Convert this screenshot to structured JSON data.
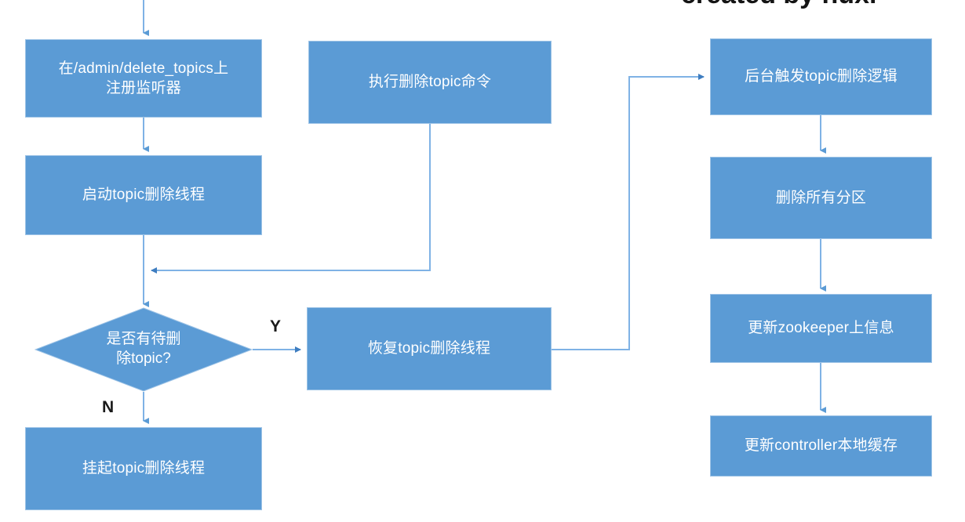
{
  "diagram": {
    "title_watermark": "created by huxi",
    "theme": {
      "node_fill": "#5B9BD5",
      "node_border": "#9DC3E6",
      "node_text": "#FFFFFF",
      "connector": "#7FB2E5",
      "label_text": "#1A1A1A",
      "background": "#FFFFFF"
    },
    "nodes": [
      {
        "id": "register-listener",
        "shape": "process",
        "text": "在/admin/delete_topics上\n注册监听器",
        "line1": "在/admin/delete_topics上",
        "line2": "注册监听器"
      },
      {
        "id": "start-delete-thread",
        "shape": "process",
        "text": "启动topic删除线程"
      },
      {
        "id": "execute-delete-command",
        "shape": "process",
        "text": "执行删除topic命令"
      },
      {
        "id": "has-pending-topic",
        "shape": "decision",
        "text": "是否有待删除topic?",
        "line1": "是否有待删",
        "line2": "除topic?"
      },
      {
        "id": "resume-delete-thread",
        "shape": "process",
        "text": "恢复topic删除线程"
      },
      {
        "id": "suspend-delete-thread",
        "shape": "process",
        "text": "挂起topic删除线程"
      },
      {
        "id": "background-trigger-delete",
        "shape": "process",
        "text": "后台触发topic删除逻辑"
      },
      {
        "id": "delete-all-partitions",
        "shape": "process",
        "text": "删除所有分区"
      },
      {
        "id": "update-zookeeper-info",
        "shape": "process",
        "text": "更新zookeeper上信息"
      },
      {
        "id": "update-controller-cache",
        "shape": "process",
        "text": "更新controller本地缓存"
      }
    ],
    "edge_labels": {
      "yes": "Y",
      "no": "N"
    },
    "edges": [
      {
        "from": "start",
        "to": "register-listener",
        "label": ""
      },
      {
        "from": "register-listener",
        "to": "start-delete-thread",
        "label": ""
      },
      {
        "from": "start-delete-thread",
        "to": "has-pending-topic",
        "label": ""
      },
      {
        "from": "execute-delete-command",
        "to": "start-delete-thread-flow",
        "label": ""
      },
      {
        "from": "has-pending-topic",
        "to": "resume-delete-thread",
        "label": "Y"
      },
      {
        "from": "has-pending-topic",
        "to": "suspend-delete-thread",
        "label": "N"
      },
      {
        "from": "resume-delete-thread",
        "to": "background-trigger-delete",
        "label": ""
      },
      {
        "from": "background-trigger-delete",
        "to": "delete-all-partitions",
        "label": ""
      },
      {
        "from": "delete-all-partitions",
        "to": "update-zookeeper-info",
        "label": ""
      },
      {
        "from": "update-zookeeper-info",
        "to": "update-controller-cache",
        "label": ""
      }
    ]
  }
}
